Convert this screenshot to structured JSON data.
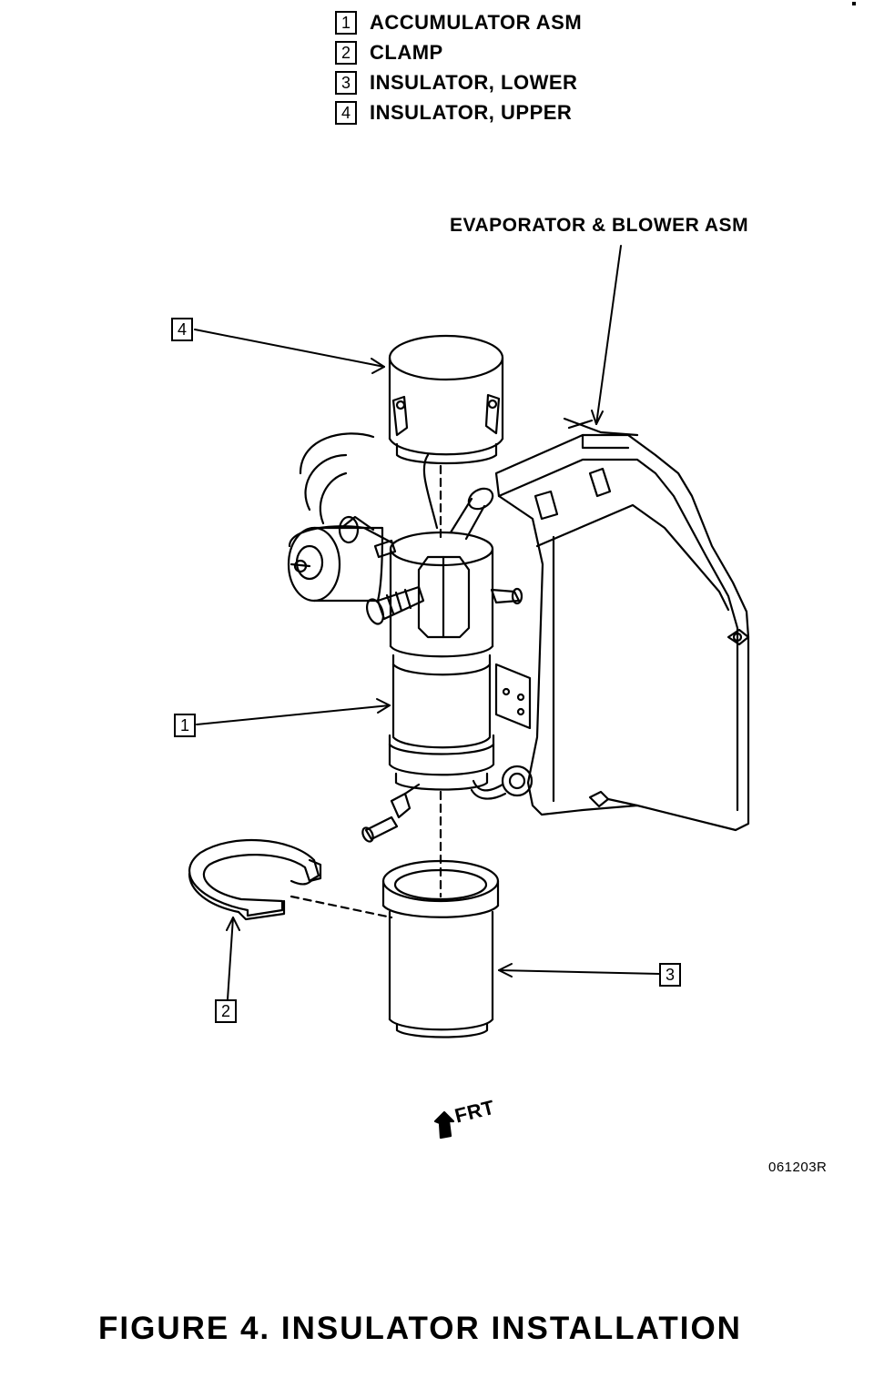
{
  "legend": {
    "items": [
      {
        "num": "1",
        "label": "ACCUMULATOR ASM"
      },
      {
        "num": "2",
        "label": "CLAMP"
      },
      {
        "num": "3",
        "label": "INSULATOR, LOWER"
      },
      {
        "num": "4",
        "label": "INSULATOR, UPPER"
      }
    ]
  },
  "labels": {
    "evaporator": "EVAPORATOR & BLOWER ASM",
    "front": "FRT",
    "figure_id": "061203R"
  },
  "callouts": {
    "accumulator": "1",
    "clamp": "2",
    "lower_insulator": "3",
    "upper_insulator": "4"
  },
  "caption": "FIGURE 4. INSULATOR INSTALLATION",
  "colors": {
    "ink": "#000000",
    "paper": "#ffffff"
  }
}
